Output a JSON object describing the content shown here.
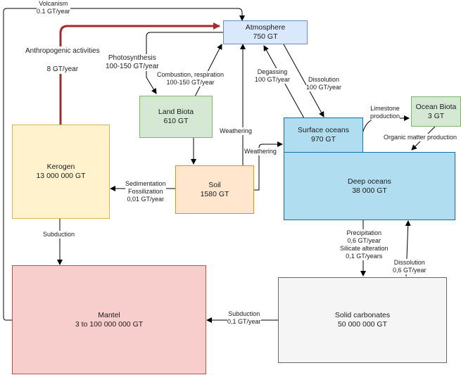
{
  "colors": {
    "atmosphere_fill": "#dae8fc",
    "atmosphere_stroke": "#6c8ebf",
    "ocean_fill": "#b1ddf0",
    "ocean_stroke": "#10739e",
    "green_fill": "#d5e8d4",
    "green_stroke": "#82b366",
    "soil_fill": "#ffe6cc",
    "soil_stroke": "#d79b00",
    "kerogen_fill": "#fff2cc",
    "kerogen_stroke": "#d6b656",
    "mantel_fill": "#f8cecc",
    "mantel_stroke": "#b85450",
    "carbonate_fill": "#f5f5f5",
    "carbonate_stroke": "#666666",
    "anthro_arrow": "#a52a2a"
  },
  "nodes": {
    "atmosphere": {
      "name": "Atmosphere",
      "value": "750 GT"
    },
    "land_biota": {
      "name": "Land Biota",
      "value": "610 GT"
    },
    "soil": {
      "name": "Soil",
      "value": "1580 GT"
    },
    "kerogen": {
      "name": "Kerogen",
      "value": "13 000 000 GT"
    },
    "surface_oceans": {
      "name": "Surface oceans",
      "value": "970 GT"
    },
    "deep_oceans": {
      "name": "Deep oceans",
      "value": "38 000 GT"
    },
    "ocean_biota": {
      "name": "Ocean Biota",
      "value": "3 GT"
    },
    "mantel": {
      "name": "Mantel",
      "value": "3 to 100 000 000 GT"
    },
    "solid_carbonates": {
      "name": "Solid carbonates",
      "value": "50 000 000 GT"
    }
  },
  "labels": {
    "volcanism": [
      "Volcanism",
      "0.1 GT/year"
    ],
    "anthropogenic": [
      "Anthropogenic activities",
      "",
      "8 GT/year"
    ],
    "photosynthesis": [
      "Photosynthesis",
      "100-150 GT/year"
    ],
    "combustion": [
      "Combustion, respiration",
      "100-150 GT/year"
    ],
    "degassing": [
      "Degassing",
      "100 GT/year"
    ],
    "dissolution_top": [
      "Dissolution",
      "100 GT/year"
    ],
    "limestone": [
      "Limestone",
      "production"
    ],
    "organic_matter": [
      "Organic matter production"
    ],
    "weathering_left": [
      "Weathering"
    ],
    "weathering_right": [
      "Weathering"
    ],
    "sedimentation": [
      "Sedimentation",
      "Fossilization",
      "0,01 GT/year"
    ],
    "subduction_left": [
      "Subduction"
    ],
    "precipitation": [
      "Precipitation",
      "0,6 GT/year",
      "Silicate alteration",
      "0,1 GT/years"
    ],
    "dissolution_bottom": [
      "Dissolution",
      "0,6 GT/year"
    ],
    "subduction_bottom": [
      "Subduction",
      "0,1 GT/year"
    ]
  }
}
